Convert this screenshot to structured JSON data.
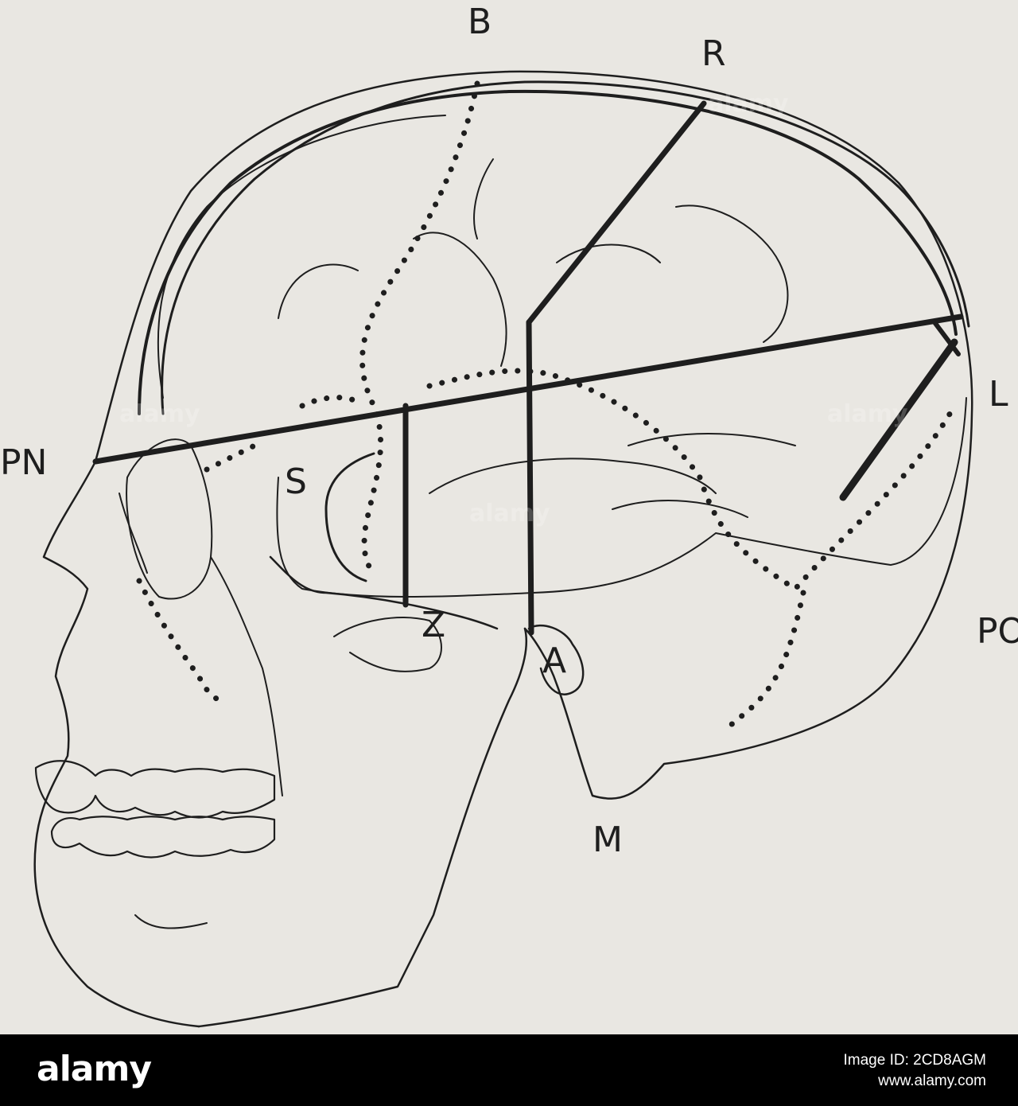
{
  "figure": {
    "labels": {
      "B": "B",
      "R": "R",
      "PN": "PN",
      "S": "S",
      "L": "L",
      "Z": "Z",
      "PO": "PO",
      "A": "A",
      "M": "M"
    },
    "watermark": "alamy"
  },
  "footer": {
    "brand": "alamy",
    "image_id_line": "Image ID: 2CD8AGM",
    "site": "www.alamy.com"
  },
  "colors": {
    "background": "#e9e7e2",
    "ink": "#1e1e1e",
    "footer_bg": "#000000",
    "footer_text": "#ffffff"
  }
}
